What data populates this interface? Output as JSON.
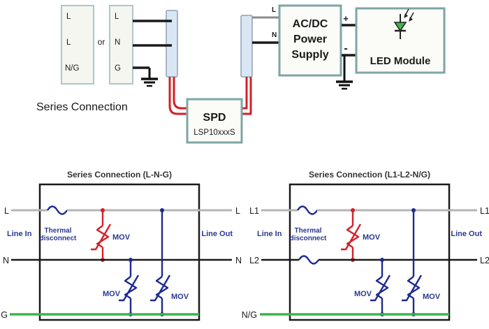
{
  "top": {
    "caption": "Series Connection",
    "input_a": {
      "labels": [
        "L",
        "L",
        "N/G"
      ]
    },
    "or_label": "or",
    "input_b": {
      "labels": [
        "L",
        "N",
        "G"
      ]
    },
    "spd": {
      "name": "SPD",
      "model": "LSP10xxxS"
    },
    "psu": {
      "wire_l": "L",
      "wire_n": "N",
      "line1": "AC/DC",
      "line2": "Power",
      "line3": "Supply",
      "plus": "+",
      "minus": "-"
    },
    "led": {
      "label": "LED Module"
    }
  },
  "schematic_left": {
    "title": "Series Connection (L-N-G)",
    "labels": {
      "l": "L",
      "n": "N",
      "g": "G"
    },
    "line_in": "Line In",
    "line_out": "Line Out",
    "thermal_line1": "Thermal",
    "thermal_line2": "disconnect",
    "mov": "MOV"
  },
  "schematic_right": {
    "title": "Series Connection (L1-L2-N/G)",
    "labels": {
      "l1": "L1",
      "l2": "L2",
      "ng": "N/G"
    },
    "line_in": "Line In",
    "line_out": "Line Out",
    "thermal_line1": "Thermal",
    "thermal_line2": "disconnect",
    "mov": "MOV"
  },
  "colors": {
    "teal_border": "#7fa5a5",
    "wire_red": "#d42027",
    "navy": "#1f2a8f",
    "label_blue": "#2b3990",
    "ground_green": "#3cb54a",
    "line_gray": "#b5b5b5"
  }
}
